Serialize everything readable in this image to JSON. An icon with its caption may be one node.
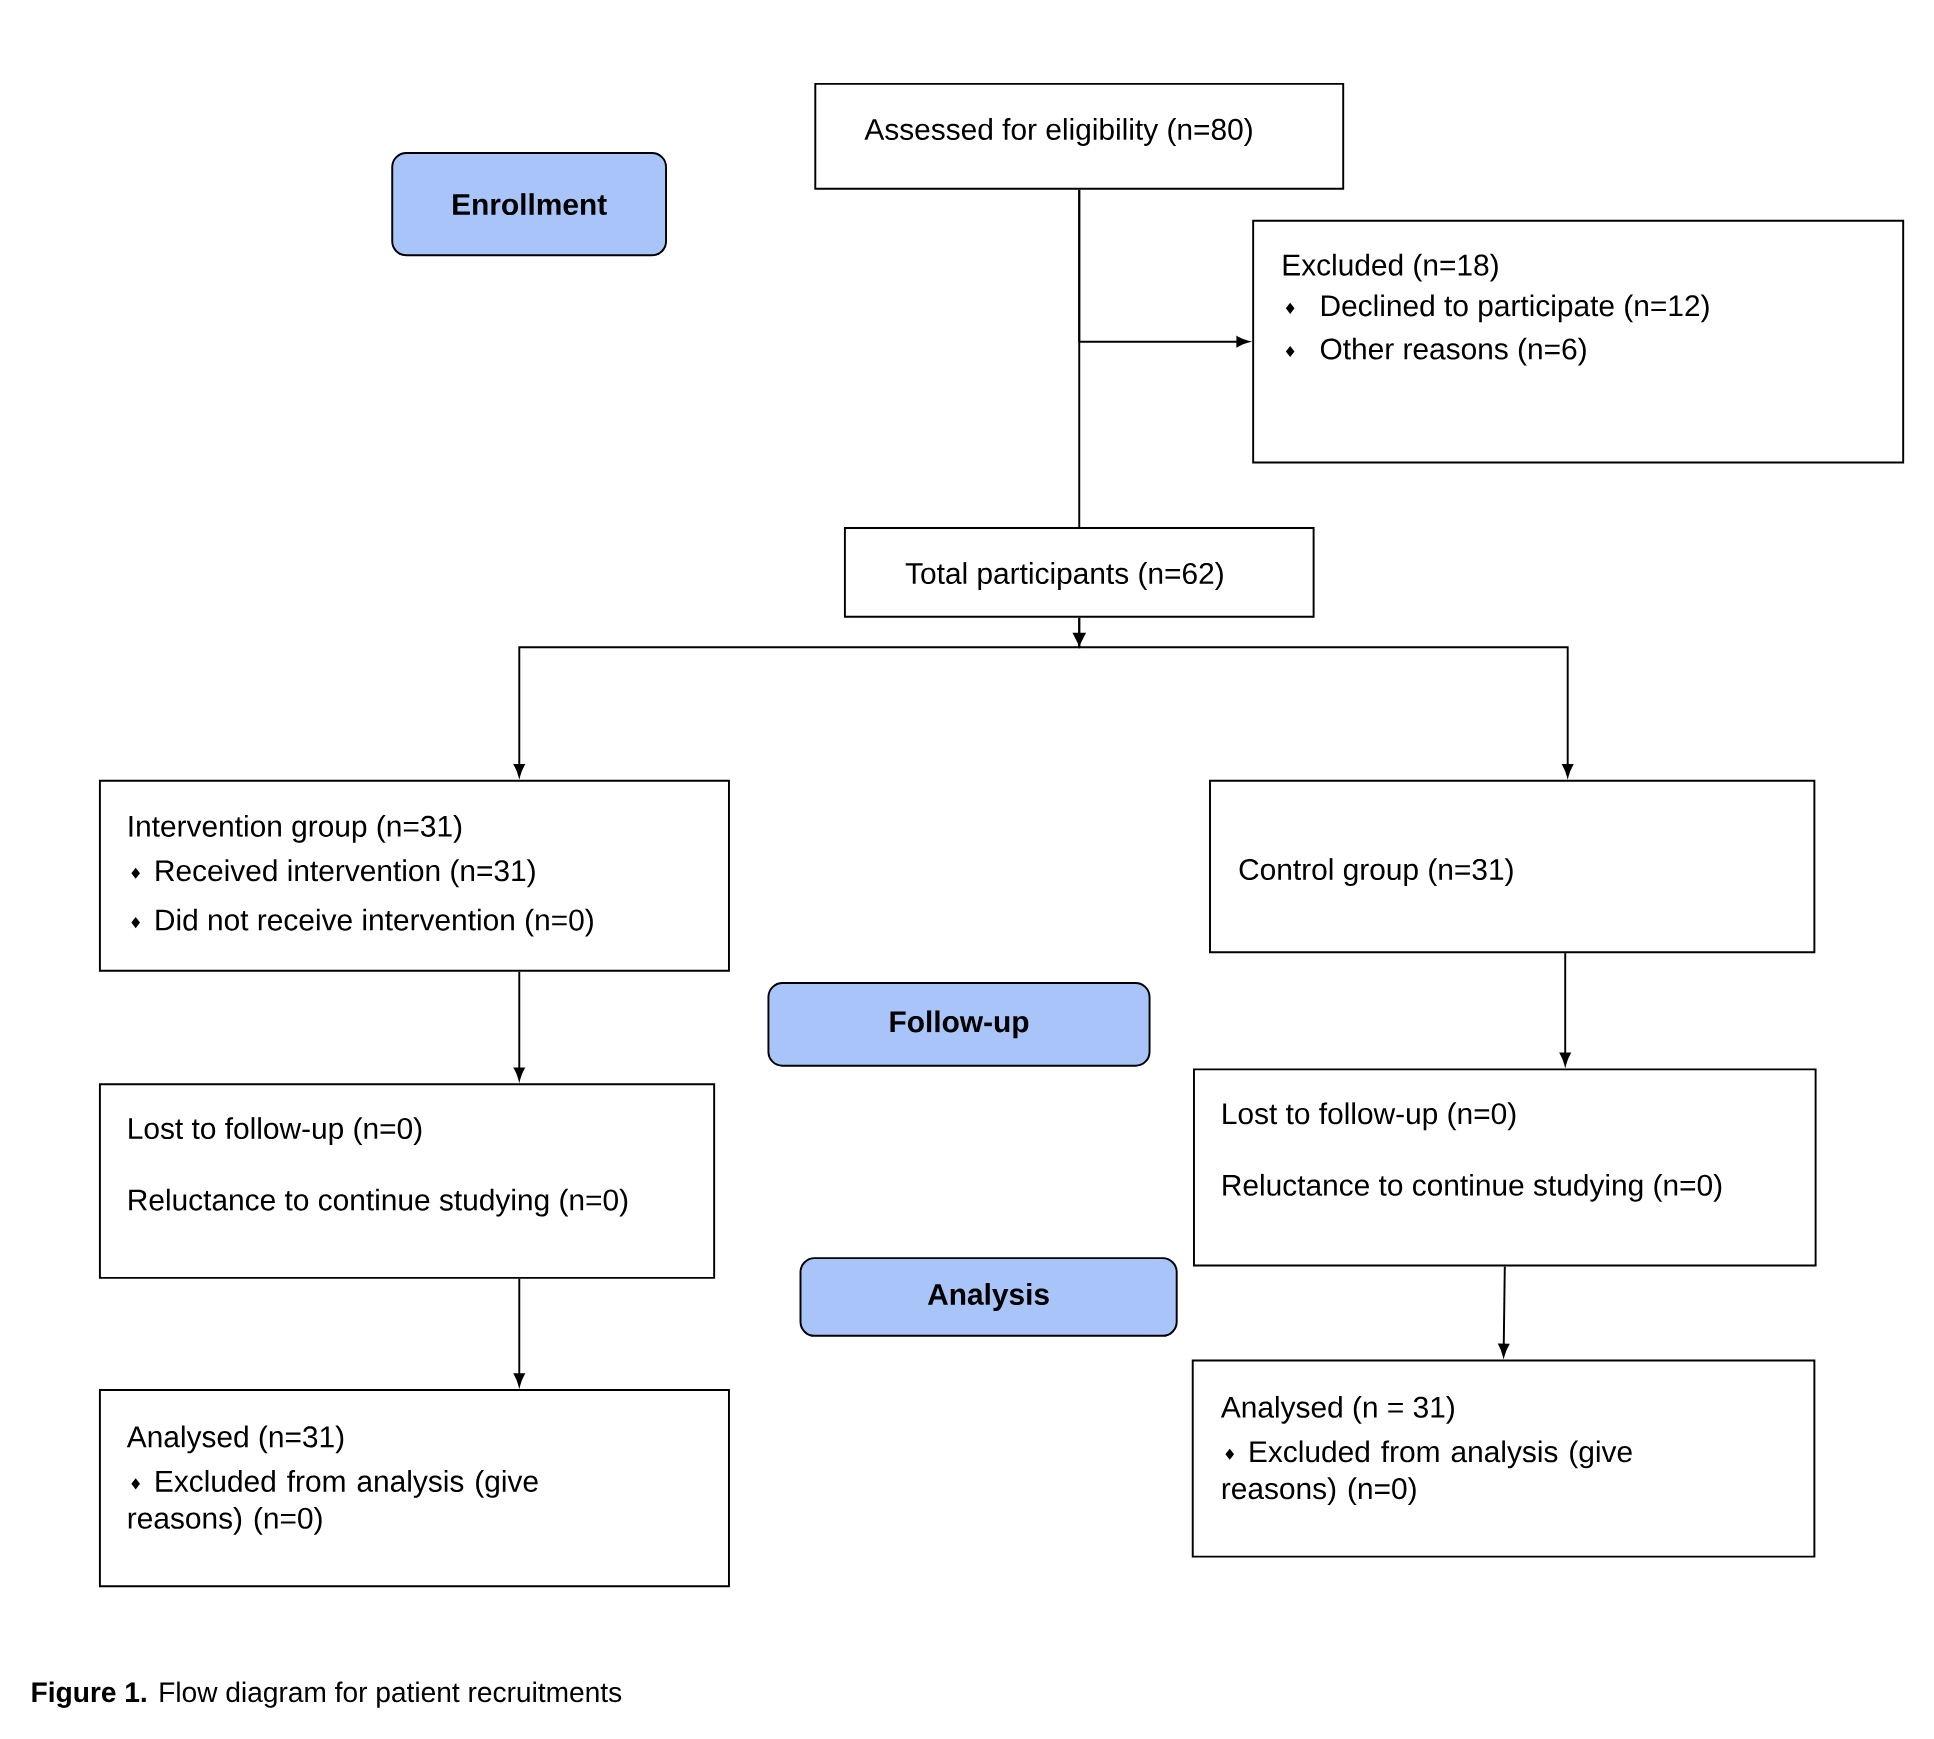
{
  "diagram": {
    "caption": "**Figure 1.** Flow diagram for patient recruitments",
    "nodes": [
      {
        "text": [
          "Enrollment"
        ]
      },
      {
        "text": [
          "Assessed for eligibility (n=80)"
        ]
      },
      {
        "text": [
          "Excluded (n=18)",
          "Declined to participate (n=12)",
          "Other reasons (n=6)"
        ]
      },
      {
        "text": [
          "Total participants (n=62)"
        ]
      },
      {
        "text": [
          "Intervention group (n=31)",
          "Received intervention (n=31)",
          "Did not receive intervention (n=0)"
        ]
      },
      {
        "text": [
          "Control group (n=31)"
        ]
      },
      {
        "text": [
          "Follow-up"
        ]
      },
      {
        "text": [
          "Lost to follow-up (n=0)",
          "Reluctance to continue studying (n=0)"
        ]
      },
      {
        "text": [
          "Lost to follow-up (n=0)",
          "Reluctance to continue studying (n=0)"
        ]
      },
      {
        "text": [
          "Analysis"
        ]
      },
      {
        "text": [
          "Analysed (n=31)",
          "Excluded from analysis (give reasons) (n=0)"
        ]
      },
      {
        "text": [
          "Analysed (n = 31)",
          "Excluded from analysis (give reasons) (n=0)"
        ]
      }
    ],
    "edges": [
      {
        "from": 1,
        "to": 3,
        "arrow": "none"
      },
      {
        "from": 1,
        "to": 2,
        "arrow": "to"
      },
      {
        "from": 3,
        "to": 4,
        "arrow": "to"
      },
      {
        "from": 3,
        "to": 5,
        "arrow": "to"
      },
      {
        "from": 4,
        "to": 7,
        "arrow": "to"
      },
      {
        "from": 7,
        "to": 10,
        "arrow": "to"
      },
      {
        "from": 5,
        "to": 8,
        "arrow": "to"
      },
      {
        "from": 8,
        "to": 11,
        "arrow": "to"
      }
    ]
  }
}
